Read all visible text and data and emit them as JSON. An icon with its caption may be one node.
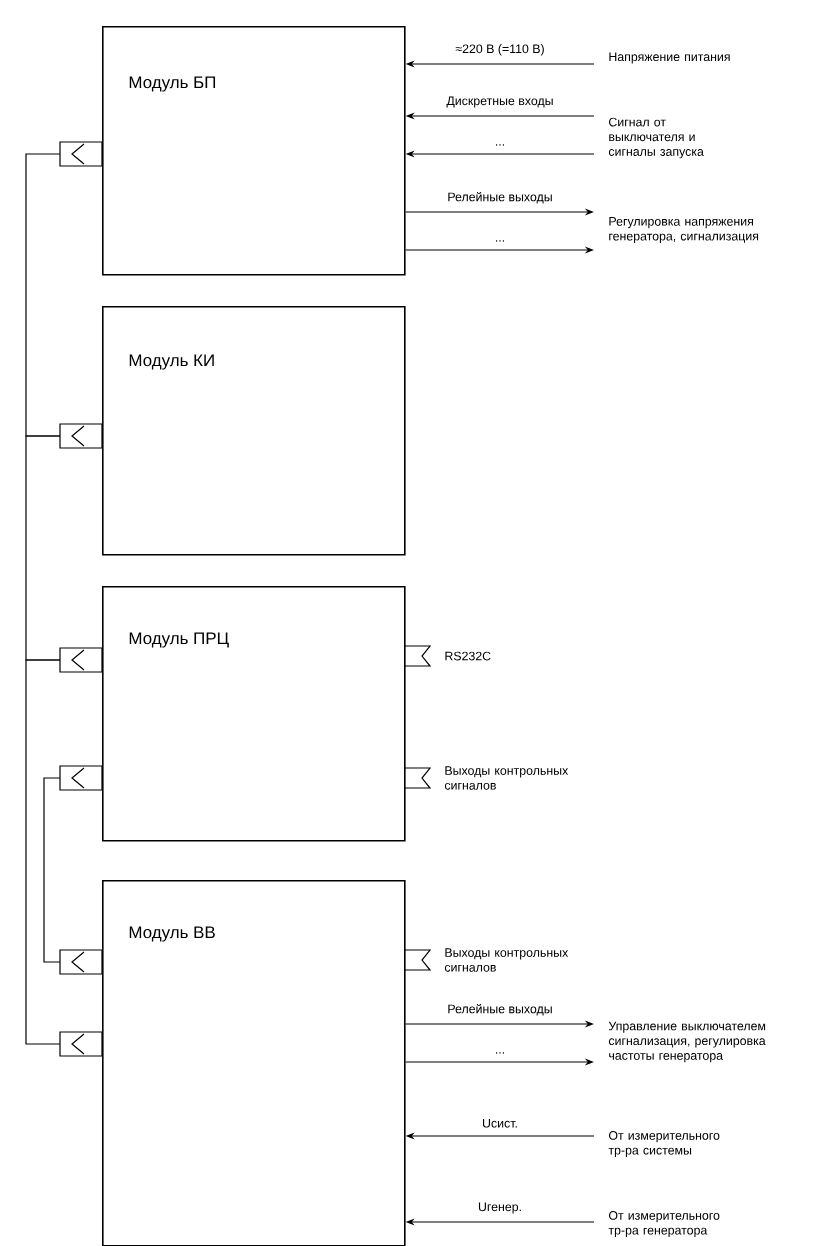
{
  "diagram": {
    "nodes": [
      {
        "text": [
          "Модуль БП"
        ]
      },
      {
        "text": [
          "Модуль КИ"
        ]
      },
      {
        "text": [
          "Модуль ПРЦ"
        ]
      },
      {
        "text": [
          "Модуль ВВ"
        ]
      },
      {
        "text": [
          "Напряжение питания"
        ]
      },
      {
        "text": [
          "Сигнал от выключателя и сигналы запуска"
        ]
      },
      {
        "text": [
          "Регулировка напряжения генератора, сигнализация"
        ]
      },
      {
        "text": [
          "Управление выключателем сигнализация, регулировка частоты генератора"
        ]
      },
      {
        "text": [
          "От измерительного тр-ра системы"
        ]
      },
      {
        "text": [
          "От измерительного тр-ра генератора"
        ]
      }
    ],
    "edges": [
      {
        "from": 0,
        "to": 1,
        "arrow": "none"
      },
      {
        "from": 1,
        "to": 2,
        "arrow": "none"
      },
      {
        "from": 2,
        "to": 3,
        "arrow": "none"
      },
      {
        "from": 2,
        "to": 3,
        "arrow": "none"
      },
      {
        "from": 4,
        "to": 0,
        "arrow": "to",
        "label": "≈220 В (=110 В)"
      },
      {
        "from": 5,
        "to": 0,
        "arrow": "to",
        "label": "Дискретные входы"
      },
      {
        "from": 5,
        "to": 0,
        "arrow": "to",
        "label": "..."
      },
      {
        "from": 0,
        "to": 6,
        "arrow": "to",
        "label": "Релейные выходы"
      },
      {
        "from": 0,
        "to": 6,
        "arrow": "to",
        "label": "..."
      },
      {
        "from": 3,
        "to": 7,
        "arrow": "to",
        "label": "Релейные выходы"
      },
      {
        "from": 3,
        "to": 7,
        "arrow": "to",
        "label": "..."
      },
      {
        "from": 8,
        "to": 3,
        "arrow": "to",
        "label": "Uсист."
      },
      {
        "from": 9,
        "to": 3,
        "arrow": "to",
        "label": "Uгенер."
      }
    ],
    "labels": [
      "RS232C",
      "Выходы контрольных сигналов",
      "Выходы контрольных сигналов"
    ]
  }
}
